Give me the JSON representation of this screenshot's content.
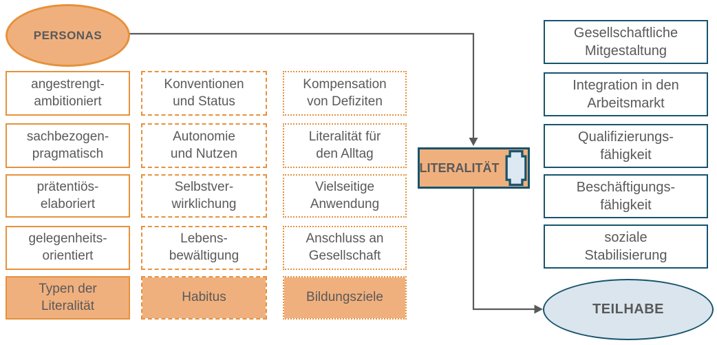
{
  "nodes": {
    "personas": {
      "label": "PERSONAS"
    },
    "literalitaet": {
      "label": "LITERALITÄT",
      "icon": "scroll-icon"
    },
    "teilhabe": {
      "label": "TEILHABE"
    }
  },
  "columns": [
    {
      "id": "typen-der-literalitaet",
      "border_style": "solid",
      "items": [
        "angestrengt-\nambitioniert",
        "sachbezogen-\npragmatisch",
        "prätentiös-\nelaboriert",
        "gelegenheits-\norientiert"
      ],
      "footer": "Typen der\nLiteralität"
    },
    {
      "id": "habitus",
      "border_style": "dashed",
      "items": [
        "Konventionen\nund Status",
        "Autonomie\nund Nutzen",
        "Selbstver-\nwirklichung",
        "Lebens-\nbewältigung"
      ],
      "footer": "Habitus"
    },
    {
      "id": "bildungsziele",
      "border_style": "dotted",
      "items": [
        "Kompensation\nvon Defiziten",
        "Literalität für\nden Alltag",
        "Vielseitige\nAnwendung",
        "Anschluss an\nGesellschaft"
      ],
      "footer": "Bildungsziele"
    }
  ],
  "outcomes": {
    "items": [
      "Gesellschaftliche\nMitgestaltung",
      "Integration in den\nArbeitsmarkt",
      "Qualifizierungs-\nfähigkeit",
      "Beschäftigungs-\nfähigkeit",
      "soziale\nStabilisierung"
    ]
  },
  "colors": {
    "orange_fill": "#F0B07E",
    "orange_border": "#E6913C",
    "teal": "#17546D",
    "light_blue_fill": "#DAE5EE",
    "icon_fill": "#DCE9F2",
    "text_gray": "#595959",
    "arrow_gray": "#595959"
  }
}
